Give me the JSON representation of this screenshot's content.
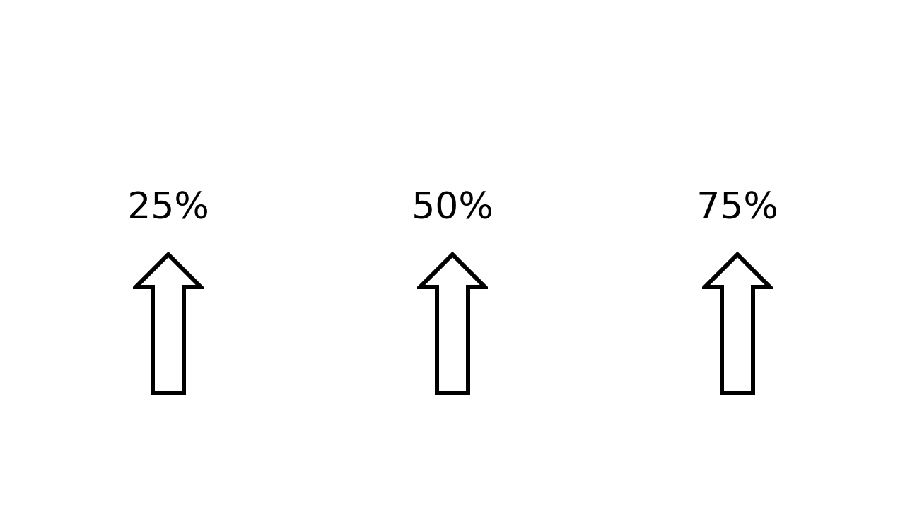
{
  "items": [
    {
      "label": "25%",
      "icon": "up-arrow-icon"
    },
    {
      "label": "50%",
      "icon": "up-arrow-icon"
    },
    {
      "label": "75%",
      "icon": "up-arrow-icon"
    }
  ],
  "colors": {
    "background": "#ffffff",
    "foreground": "#000000"
  }
}
